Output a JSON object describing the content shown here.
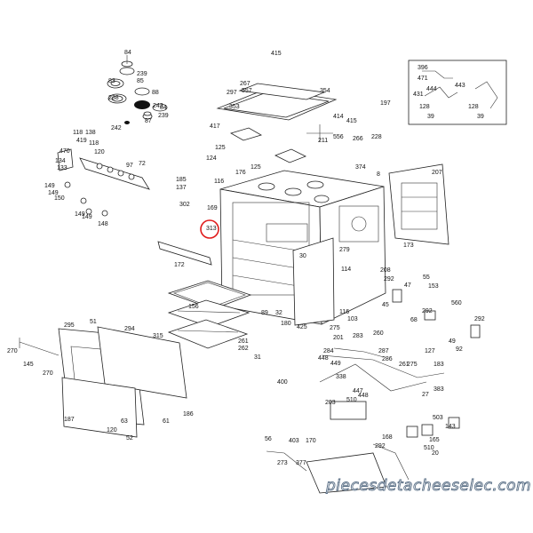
{
  "diagram": {
    "labels": [
      "84",
      "239",
      "85",
      "83",
      "238",
      "88",
      "84",
      "243",
      "239",
      "242",
      "87",
      "415",
      "267",
      "557",
      "297",
      "354",
      "353",
      "417",
      "125",
      "124",
      "125",
      "176",
      "414",
      "415",
      "211",
      "556",
      "266",
      "228",
      "374",
      "197",
      "396",
      "471",
      "443",
      "444",
      "431",
      "128",
      "39",
      "128",
      "39",
      "118",
      "138",
      "419",
      "118",
      "120",
      "470",
      "134",
      "133",
      "97",
      "72",
      "149",
      "149",
      "150",
      "149",
      "149",
      "148",
      "185",
      "137",
      "302",
      "116",
      "169",
      "313",
      "172",
      "8",
      "207",
      "279",
      "208",
      "173",
      "114",
      "30",
      "89",
      "32",
      "180",
      "425",
      "116",
      "156",
      "315",
      "261",
      "262",
      "31",
      "294",
      "295",
      "51",
      "270",
      "145",
      "270",
      "187",
      "63",
      "61",
      "186",
      "120",
      "52",
      "292",
      "47",
      "55",
      "153",
      "45",
      "560",
      "68",
      "292",
      "292",
      "49",
      "92",
      "275",
      "103",
      "260",
      "284",
      "201",
      "283",
      "448",
      "449",
      "338",
      "287",
      "261",
      "286",
      "275",
      "183",
      "127",
      "400",
      "447",
      "448",
      "27",
      "383",
      "203",
      "510",
      "56",
      "403",
      "273",
      "377",
      "170",
      "168",
      "292",
      "510",
      "503",
      "143",
      "165",
      "20"
    ],
    "highlight_color": "#e01b1b",
    "watermark_text": "piecesdetacheeselec.com",
    "watermark_stroke_color": "#5a6f86"
  }
}
